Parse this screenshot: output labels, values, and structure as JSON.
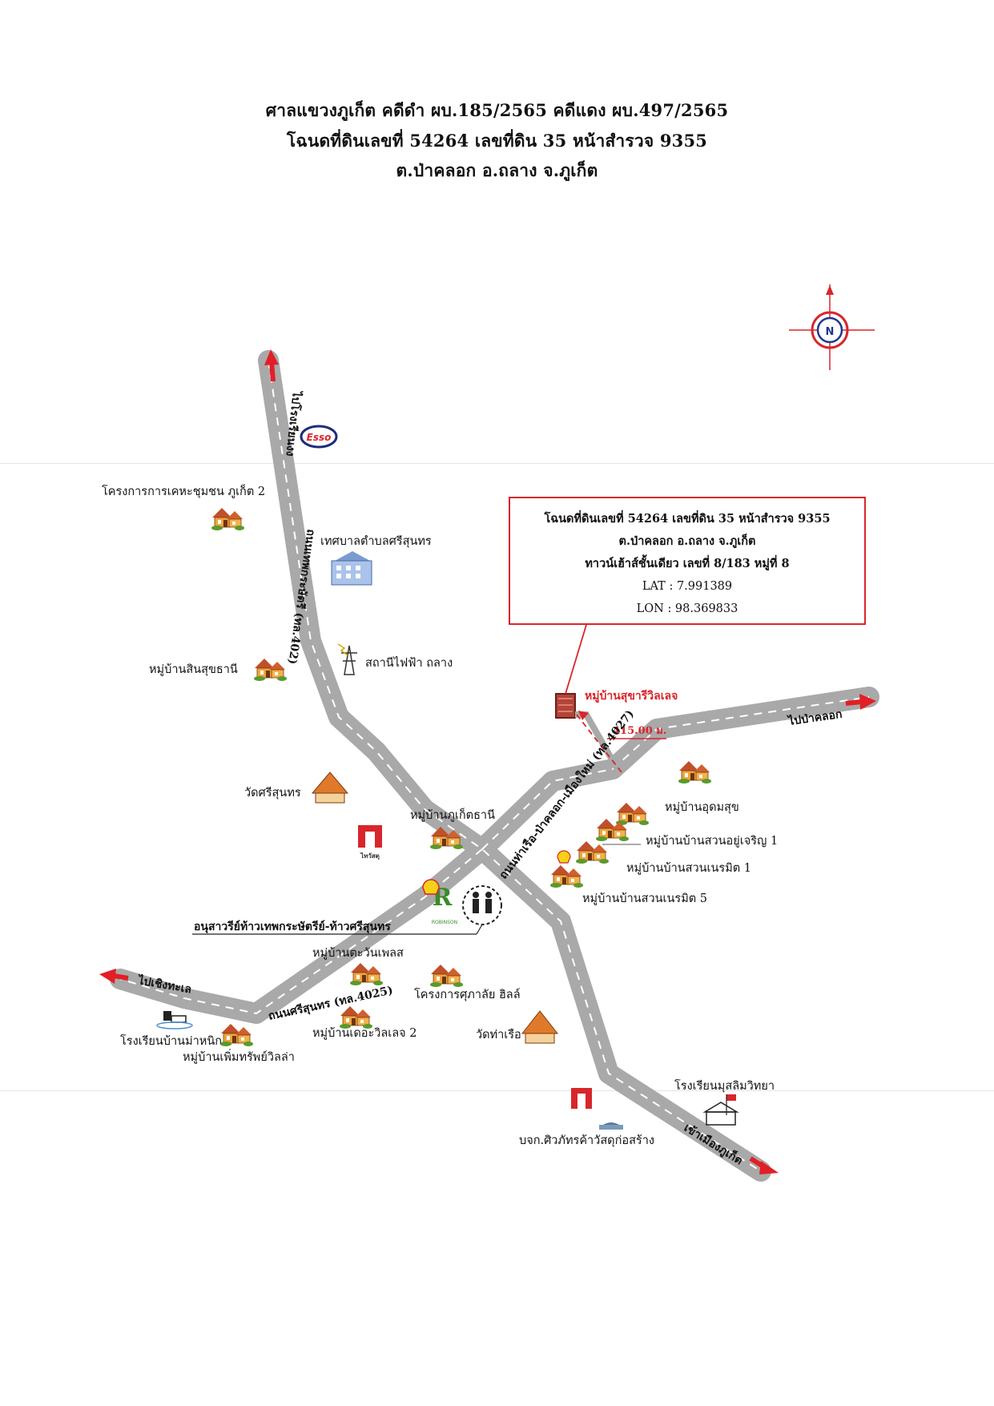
{
  "header": {
    "line1": "ศาลแขวงภูเก็ต คดีดำ ผบ.185/2565 คดีแดง ผบ.497/2565",
    "line2": "โฉนดที่ดินเลขที่ 54264 เลขที่ดิน 35 หน้าสำรวจ 9355",
    "line3": "ต.ป่าคลอก อ.ถลาง จ.ภูเก็ต"
  },
  "info_box": {
    "line1": "โฉนดที่ดินเลขที่ 54264 เลขที่ดิน 35 หน้าสำรวจ 9355",
    "line2": "ต.ป่าคลอก อ.ถลาง จ.ภูเก็ต",
    "line3": "ทาวน์เฮ้าส์ชั้นเดียว เลขที่ 8/183 หมู่ที่ 8",
    "lat": "LAT : 7.991389",
    "lon": "LON : 98.369833"
  },
  "compass": {
    "letter": "N",
    "icon": "compass-rose-icon"
  },
  "brand_logos": {
    "esso": "Esso",
    "robinson": "ROBINSON",
    "thaiwatsadu": "ไทวัสดุ"
  },
  "roads": {
    "north_dest": "ไปโรงเรียนงง",
    "thepkasattri": "ถนนเทพกระษัตรี (ทล.402)",
    "pa_khlok_road": "ถนนท่าเรือ-ป่าคลอก-เมืองใหม่ (ทล.4027)",
    "to_pa_khlok": "ไปป่าคลอก",
    "srisunthon_road": "ถนนศรีสุนทร (ทล.4025)",
    "to_choeng_thale": "ไปเชิงทะเล",
    "to_phuket_town": "เข้าเมืองภูเก็ต"
  },
  "target": {
    "name": "หมู่บ้านสุขารีวิลเลจ",
    "distance": "415.00 ม."
  },
  "landmarks": {
    "housing_project_2": "โครงการการเคหะชุมชน ภูเก็ต 2",
    "municipality": "เทศบาลตำบลศรีสุนทร",
    "sinsukthani": "หมู่บ้านสินสุขธานี",
    "power_station": "สถานีไฟฟ้า ถลาง",
    "wat_srisunthon": "วัดศรีสุนทร",
    "phuket_thani": "หมู่บ้านภูเก็ตธานี",
    "udomsuk": "หมู่บ้านอุดมสุข",
    "suan_yu_charoen": "หมู่บ้านบ้านสวนอยู่เจริญ 1",
    "suan_neramit_1": "หมู่บ้านบ้านสวนเนรมิต 1",
    "suan_neramit_5": "หมู่บ้านบ้านสวนเนรมิต 5",
    "monument": "อนุสาวรีย์ท้าวเทพกระษัตรีย์-ท้าวศรีสุนทร",
    "tawan_place": "หมู่บ้านตะวันเพลส",
    "supalai_hills": "โครงการศุภาลัย ฮิลล์",
    "the_villa_2": "หมู่บ้านเดอะวิลเลจ 2",
    "wat_tha_ruea": "วัดท่าเรือ",
    "school_ban_manik": "โรงเรียนบ้านม่าหนิก",
    "phoem_sap_villa": "หมู่บ้านเพิ่มทรัพย์วิลล่า",
    "muslim_school": "โรงเรียนมุสลิมวิทยา",
    "construction_store": "บจก.ศิวภัทรค้าวัสดุก่อสร้าง"
  }
}
